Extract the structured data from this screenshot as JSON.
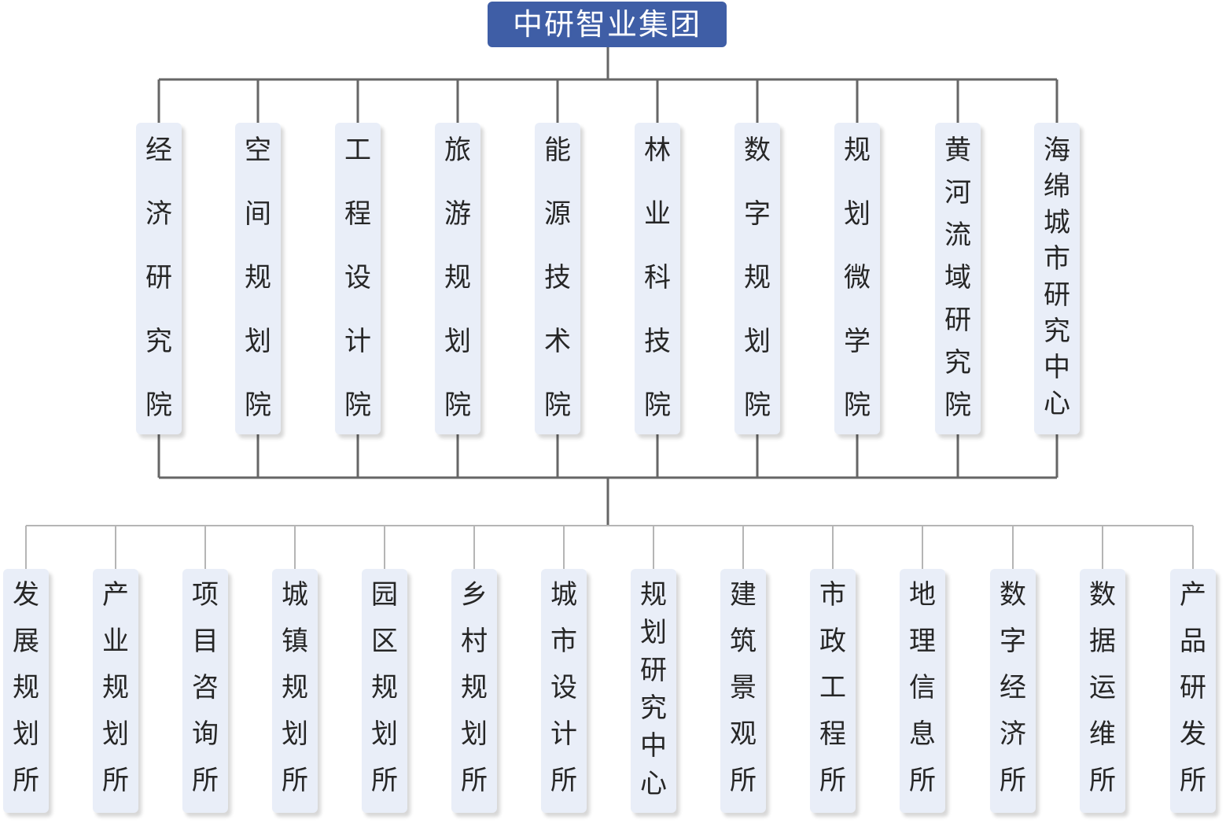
{
  "root": {
    "label": "中研智业集团"
  },
  "institutes": [
    {
      "label": "经济研究院"
    },
    {
      "label": "空间规划院"
    },
    {
      "label": "工程设计院"
    },
    {
      "label": "旅游规划院"
    },
    {
      "label": "能源技术院"
    },
    {
      "label": "林业科技院"
    },
    {
      "label": "数字规划院"
    },
    {
      "label": "规划微学院"
    },
    {
      "label": "黄河流域研究院"
    },
    {
      "label": "海绵城市研究中心"
    }
  ],
  "offices": [
    {
      "label": "发展规划所"
    },
    {
      "label": "产业规划所"
    },
    {
      "label": "项目咨询所"
    },
    {
      "label": "城镇规划所"
    },
    {
      "label": "园区规划所"
    },
    {
      "label": "乡村规划所"
    },
    {
      "label": "城市设计所"
    },
    {
      "label": "规划研究中心"
    },
    {
      "label": "建筑景观所"
    },
    {
      "label": "市政工程所"
    },
    {
      "label": "地理信息所"
    },
    {
      "label": "数字经济所"
    },
    {
      "label": "数据运维所"
    },
    {
      "label": "产品研发所"
    }
  ],
  "colors": {
    "root_fill": "#3f5ea6",
    "node_fill": "#e9eef8",
    "connector_dark": "#666666",
    "connector_light": "#b5b5b5"
  }
}
